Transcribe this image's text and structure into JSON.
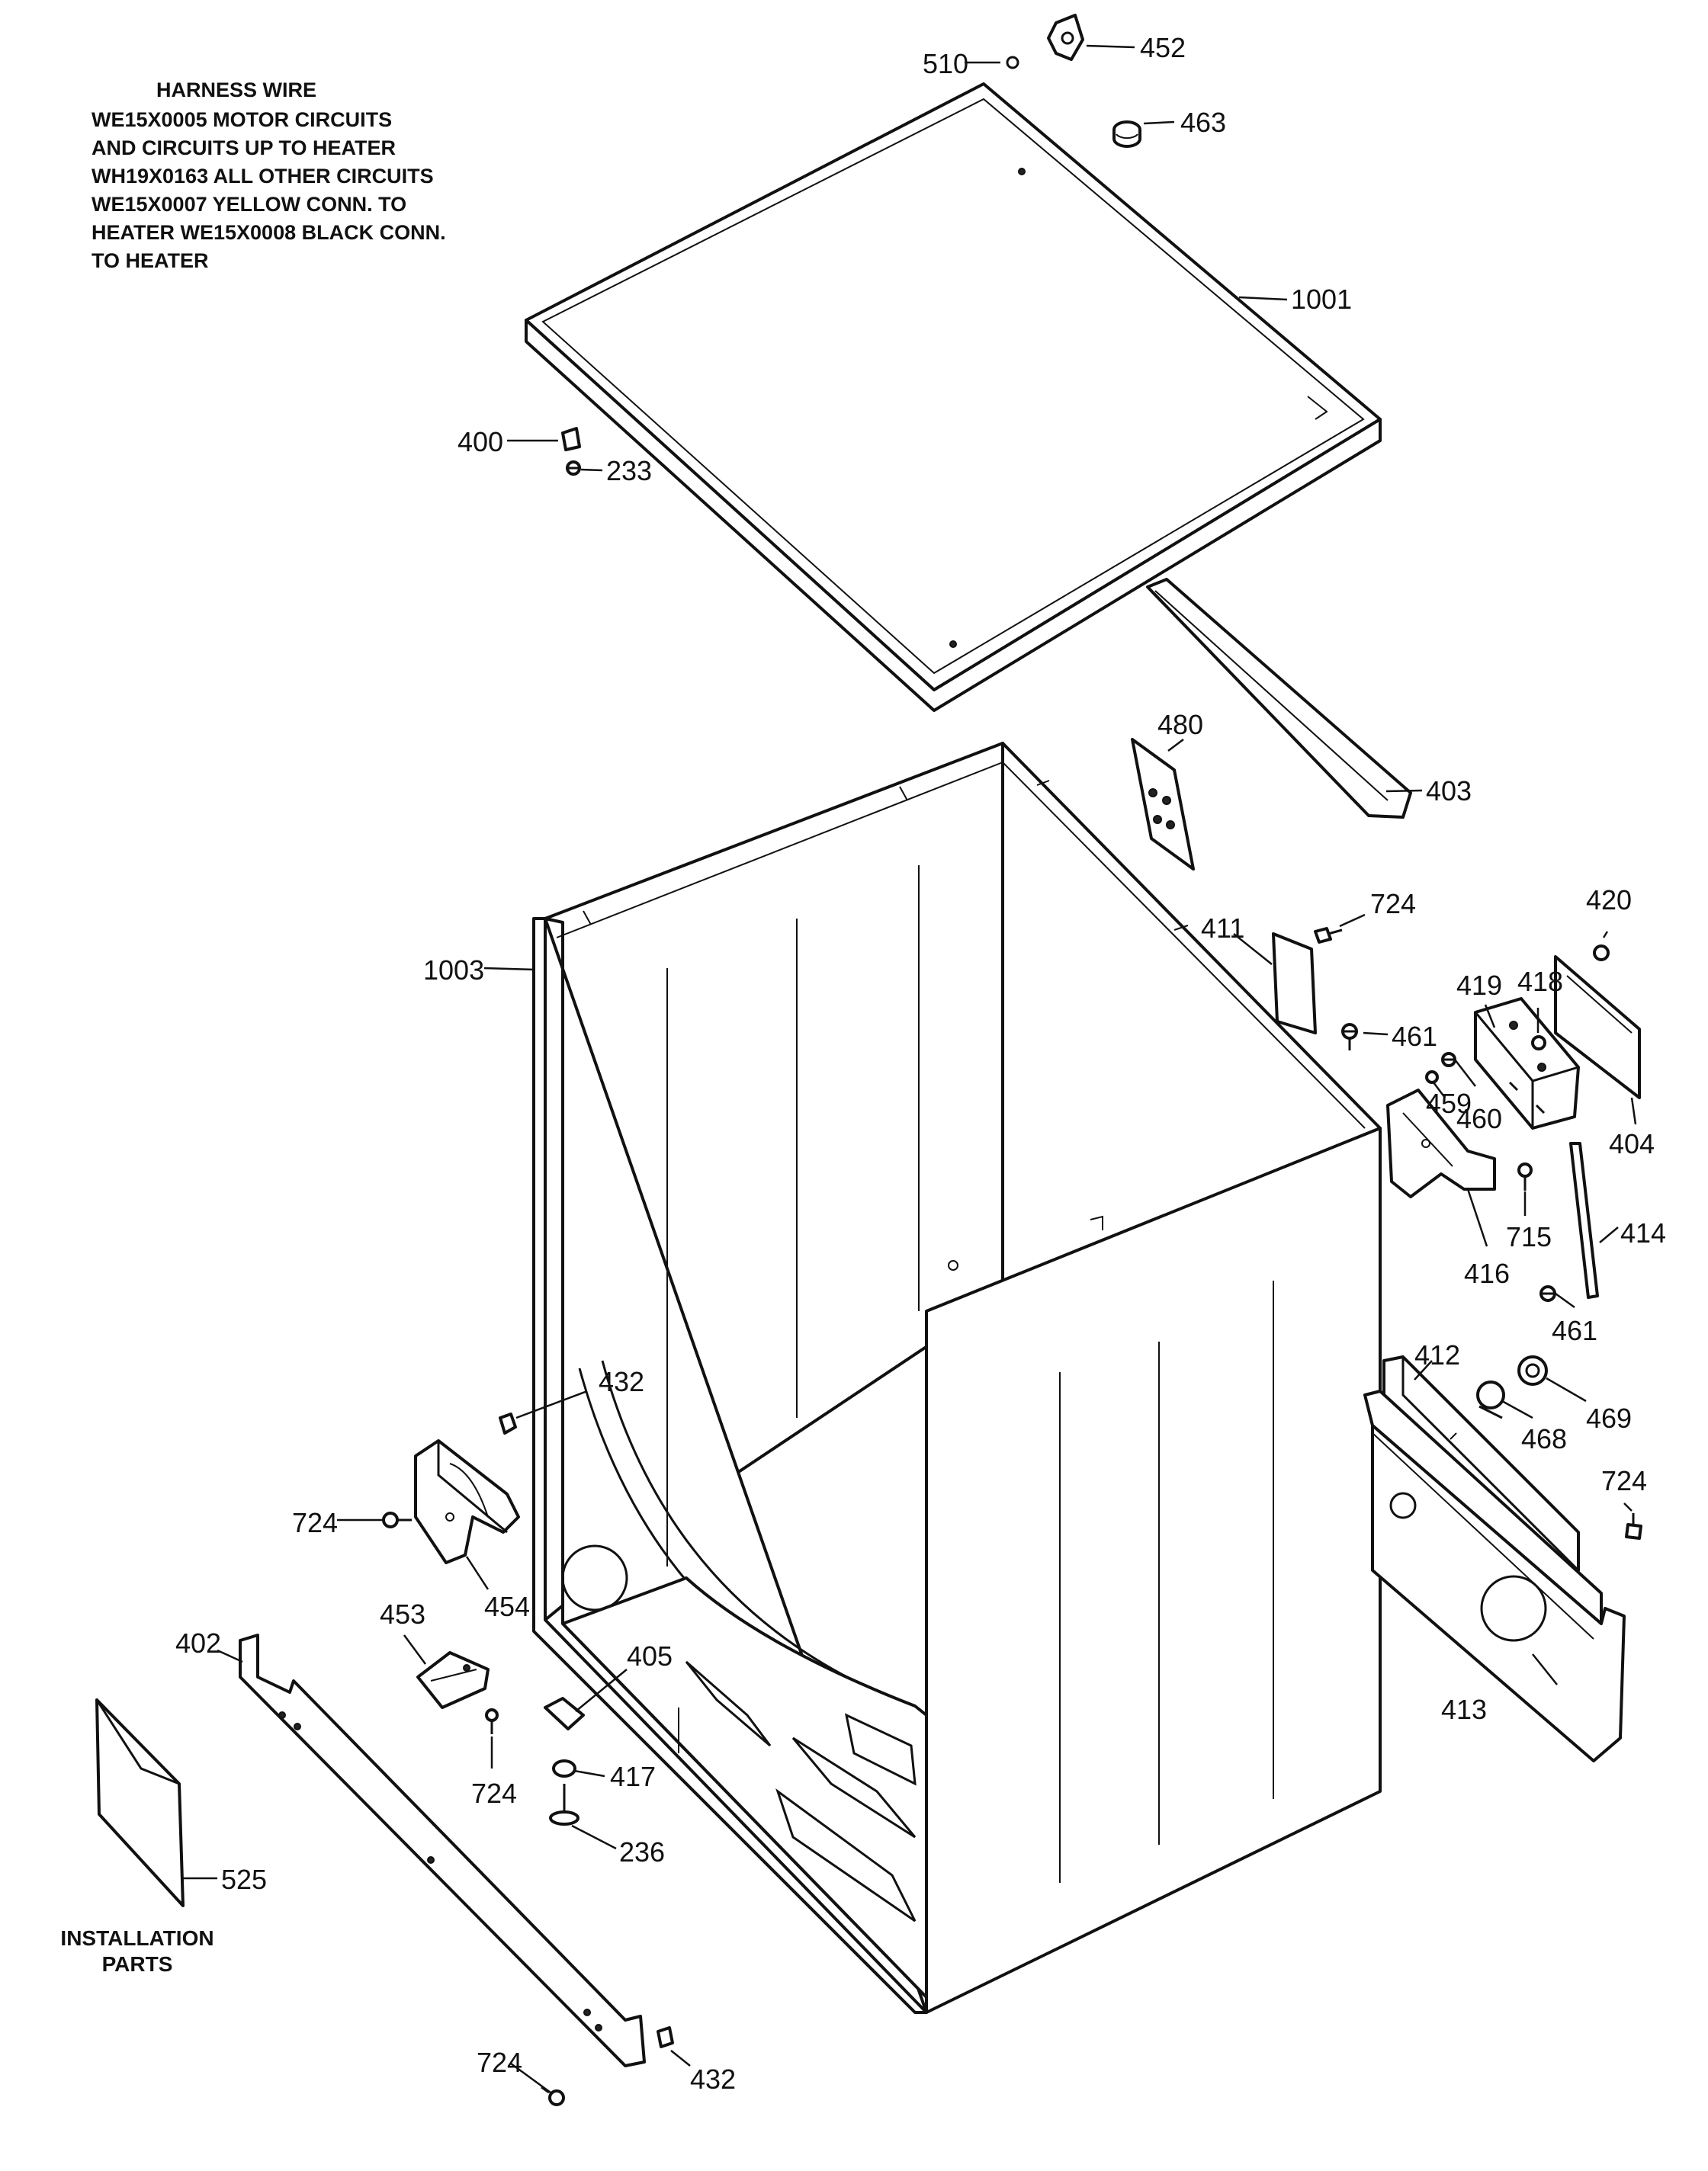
{
  "harness_note": {
    "heading": "HARNESS WIRE",
    "lines": [
      "WE15X0005 MOTOR CIRCUITS",
      "AND CIRCUITS UP TO HEATER",
      "WH19X0163 ALL OTHER CIRCUITS",
      "WE15X0007 YELLOW CONN. TO",
      "HEATER WE15X0008 BLACK CONN.",
      "TO HEATER"
    ]
  },
  "installation_note": {
    "line1": "INSTALLATION",
    "line2": "PARTS"
  },
  "part_labels": {
    "p510": "510",
    "p452": "452",
    "p463": "463",
    "p1001": "1001",
    "p400": "400",
    "p233": "233",
    "p480": "480",
    "p403": "403",
    "p724_a": "724",
    "p420": "420",
    "p411": "411",
    "p418": "418",
    "p419": "419",
    "p461_a": "461",
    "p1003": "1003",
    "p460": "460",
    "p459": "459",
    "p404": "404",
    "p715": "715",
    "p414": "414",
    "p416": "416",
    "p461_b": "461",
    "p412": "412",
    "p432_a": "432",
    "p469": "469",
    "p468": "468",
    "p724_b": "724",
    "p724_c": "724",
    "p454": "454",
    "p453": "453",
    "p402": "402",
    "p405": "405",
    "p413": "413",
    "p417": "417",
    "p724_d": "724",
    "p236": "236",
    "p525": "525",
    "p724_e": "724",
    "p432_b": "432"
  }
}
